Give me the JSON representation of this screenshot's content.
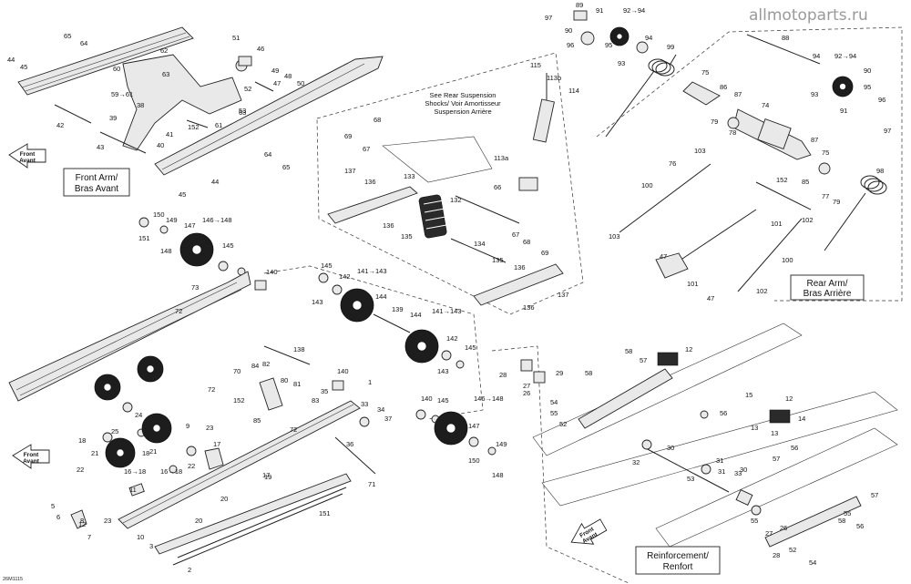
{
  "watermark": "allmotoparts.ru",
  "ref_code": "26M1115",
  "sections": {
    "front_arm": [
      "Front Arm/",
      "Bras Avant"
    ],
    "rear_arm": [
      "Rear Arm/",
      "Bras Arrière"
    ],
    "reinforcement": [
      "Reinforcement/",
      "Renfort"
    ]
  },
  "note": [
    "See Rear Suspension",
    "Shocks/ Voir Amortisseur",
    "Suspension Arrière"
  ],
  "direction_label": [
    "Front",
    "Avant"
  ],
  "part_numbers": {
    "front_arm": [
      "65",
      "64",
      "44",
      "45",
      "42",
      "43",
      "60",
      "59→61",
      "38",
      "39",
      "41",
      "40",
      "62",
      "63",
      "51",
      "46",
      "49",
      "48",
      "50",
      "47",
      "52",
      "53",
      "152",
      "61",
      "63",
      "64",
      "65",
      "45",
      "44"
    ],
    "shock": [
      "115",
      "113b",
      "114",
      "68",
      "69",
      "67",
      "133",
      "137",
      "136",
      "132",
      "66",
      "136",
      "135",
      "134",
      "135",
      "136",
      "113a",
      "67",
      "68",
      "69",
      "137",
      "136"
    ],
    "top_center": [
      "97",
      "89",
      "91",
      "92→94",
      "96",
      "95",
      "90",
      "93",
      "94",
      "99"
    ],
    "rear_arm": [
      "88",
      "94",
      "92→94",
      "90",
      "95",
      "93",
      "96",
      "91",
      "97",
      "75",
      "86",
      "87",
      "74",
      "78",
      "79",
      "76",
      "103",
      "85",
      "152",
      "77",
      "79",
      "98",
      "87",
      "75",
      "100",
      "101",
      "102",
      "103",
      "47",
      "101",
      "47",
      "102",
      "100"
    ],
    "wheels_top": [
      "150",
      "149",
      "151",
      "147",
      "146→148",
      "148",
      "145",
      "140",
      "145",
      "142",
      "141→143",
      "143",
      "144",
      "139",
      "144",
      "141→143",
      "142",
      "145",
      "143",
      "73",
      "72"
    ],
    "slide": [
      "138",
      "70",
      "84",
      "72",
      "80",
      "82",
      "81",
      "140",
      "1",
      "152",
      "83",
      "85",
      "33",
      "34",
      "37",
      "36",
      "71",
      "72",
      "35",
      "140",
      "145",
      "146→148",
      "147",
      "149",
      "150",
      "148",
      "151",
      "2",
      "3",
      "10",
      "11",
      "12",
      "6",
      "5",
      "7",
      "8",
      "9",
      "18",
      "25",
      "21",
      "22",
      "16→18",
      "17",
      "19",
      "20",
      "23",
      "24",
      "21",
      "22",
      "18",
      "16→18",
      "17",
      "20",
      "23",
      "11"
    ],
    "reinforcement": [
      "58",
      "57",
      "12",
      "28",
      "29",
      "27",
      "26",
      "54",
      "55",
      "52",
      "58",
      "56",
      "15",
      "13",
      "14",
      "12",
      "13",
      "56",
      "31",
      "30",
      "32",
      "53",
      "33",
      "57",
      "55",
      "26",
      "27",
      "28",
      "52",
      "54",
      "55",
      "56",
      "57",
      "58",
      "30",
      "31"
    ]
  }
}
